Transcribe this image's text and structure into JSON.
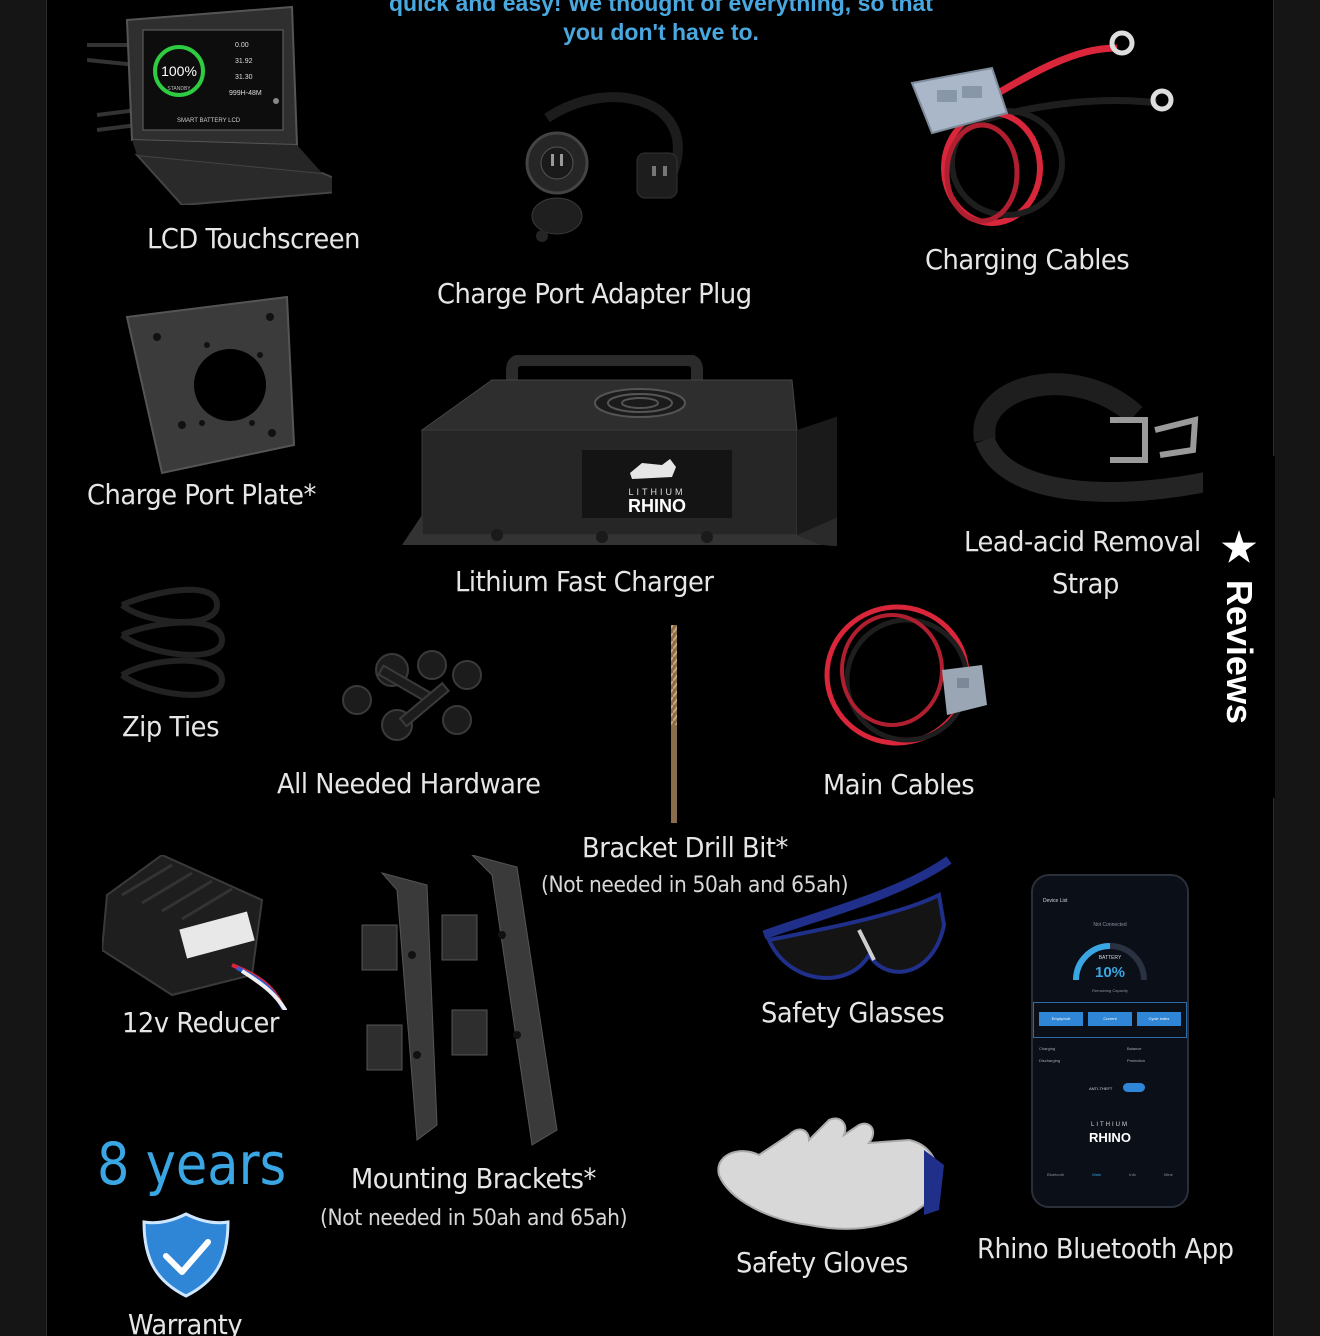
{
  "headline": {
    "line1": "quick and easy! We thought of everything, so that",
    "line2": "you don't have to."
  },
  "items": {
    "lcd": "LCD Touchscreen",
    "adapter": "Charge Port Adapter Plug",
    "cables": "Charging Cables",
    "plate": "Charge Port Plate*",
    "charger": "Lithium Fast Charger",
    "strap_line1": "Lead-acid Removal",
    "strap_line2": "Strap",
    "zip": "Zip Ties",
    "hardware": "All Needed Hardware",
    "drill": "Bracket Drill Bit*",
    "drill_note": "(Not needed in 50ah and 65ah)",
    "main_cables": "Main Cables",
    "reducer": "12v Reducer",
    "brackets": "Mounting Brackets*",
    "brackets_note": "(Not needed in 50ah and 65ah)",
    "glasses": "Safety Glasses",
    "gloves": "Safety Gloves",
    "app": "Rhino Bluetooth App",
    "years": "8 years",
    "warranty": "Warranty"
  },
  "lcd_screen": {
    "percent": "100%",
    "state": "STANDBY",
    "brand": "SMART BATTERY LCD",
    "r1": "0.00",
    "r2": "31.92",
    "r3": "31.30",
    "r4": "999H-48M"
  },
  "charger_logo": {
    "top": "LITHIUM",
    "bottom": "RHINO"
  },
  "app_screen": {
    "title": "Device List",
    "status": "Not Connected",
    "battery_label": "BATTERY",
    "percent": "10%",
    "remaining": "Remaining Capacity",
    "c1": "Empty/volt",
    "c2": "Current",
    "c3": "Cycle index",
    "charging": "Charging",
    "discharging": "Discharging",
    "balance": "Balance",
    "protection": "Protection",
    "anti_theft": "ANTI-THEFT",
    "logo_top": "LITHIUM",
    "logo_bottom": "RHINO",
    "nav1": "Bluetooth",
    "nav2": "Main",
    "nav3": "Info",
    "nav4": "Mine"
  },
  "reviews": {
    "label": "Reviews",
    "icon": "star-icon"
  },
  "colors": {
    "accent": "#3aa6e4",
    "background": "#000000",
    "text": "#e6e6e6",
    "cable_red": "#d9263b",
    "shield": "#2f86d6"
  }
}
